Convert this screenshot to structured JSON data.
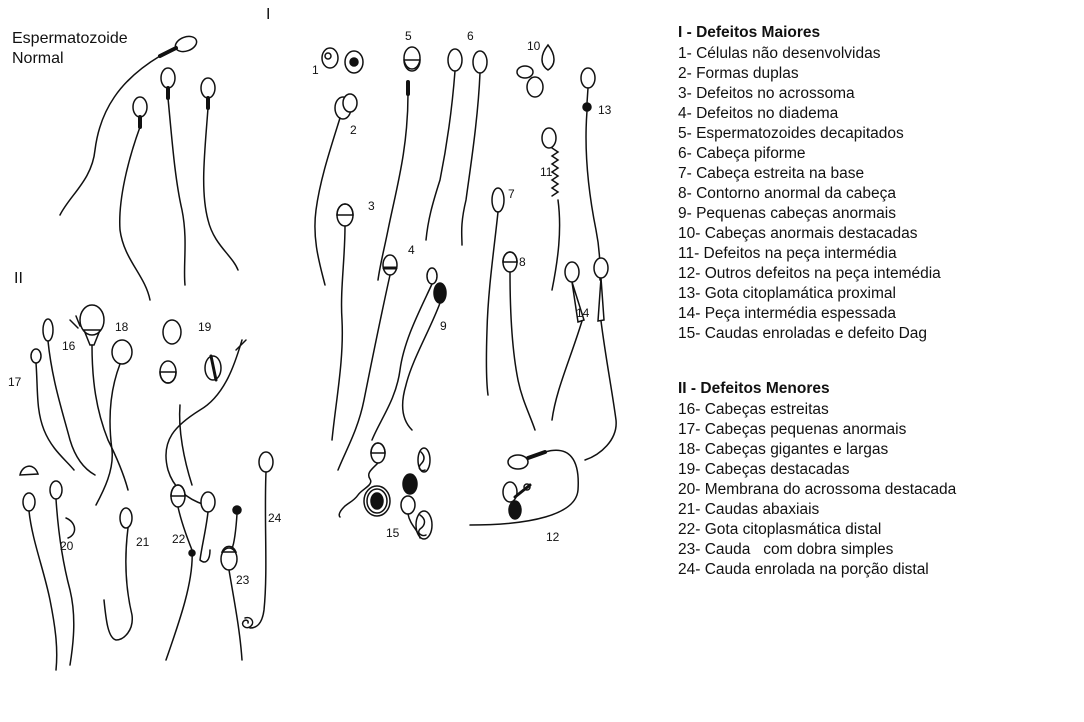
{
  "drawing": {
    "normal_label_line1": "Espermatozoide",
    "normal_label_line2": "Normal",
    "roman_i": "I",
    "roman_ii": "II",
    "numbers": [
      "1",
      "2",
      "3",
      "4",
      "5",
      "6",
      "7",
      "8",
      "9",
      "10",
      "11",
      "12",
      "13",
      "14",
      "15",
      "16",
      "17",
      "18",
      "19",
      "20",
      "21",
      "22",
      "23",
      "24"
    ]
  },
  "legend": {
    "major": {
      "title": "I - Defeitos Maiores",
      "items": [
        "1- Células não desenvolvidas",
        "2- Formas duplas",
        "3- Defeitos no acrossoma",
        "4- Defeitos no diadema",
        "5- Espermatozoides decapitados",
        "6- Cabeça piforme",
        "7- Cabeça estreita na base",
        "8- Contorno anormal da cabeça",
        "9- Pequenas cabeças anormais",
        "10- Cabeças anormais destacadas",
        "11- Defeitos na peça intermédia",
        "12- Outros defeitos na peça intemédia",
        "13- Gota citoplamática proximal",
        "14- Peça intermédia espessada",
        "15- Caudas enroladas e defeito Dag"
      ]
    },
    "minor": {
      "title": "II - Defeitos Menores",
      "items": [
        "16- Cabeças estreitas",
        "17- Cabeças pequenas anormais",
        "18- Cabeças gigantes e largas",
        "19- Cabeças destacadas",
        "20- Membrana do acrossoma destacada",
        "21- Caudas abaxiais",
        "22- Gota citoplasmática distal",
        "23- Cauda   com dobra simples",
        "24- Cauda enrolada na porção distal"
      ]
    }
  }
}
